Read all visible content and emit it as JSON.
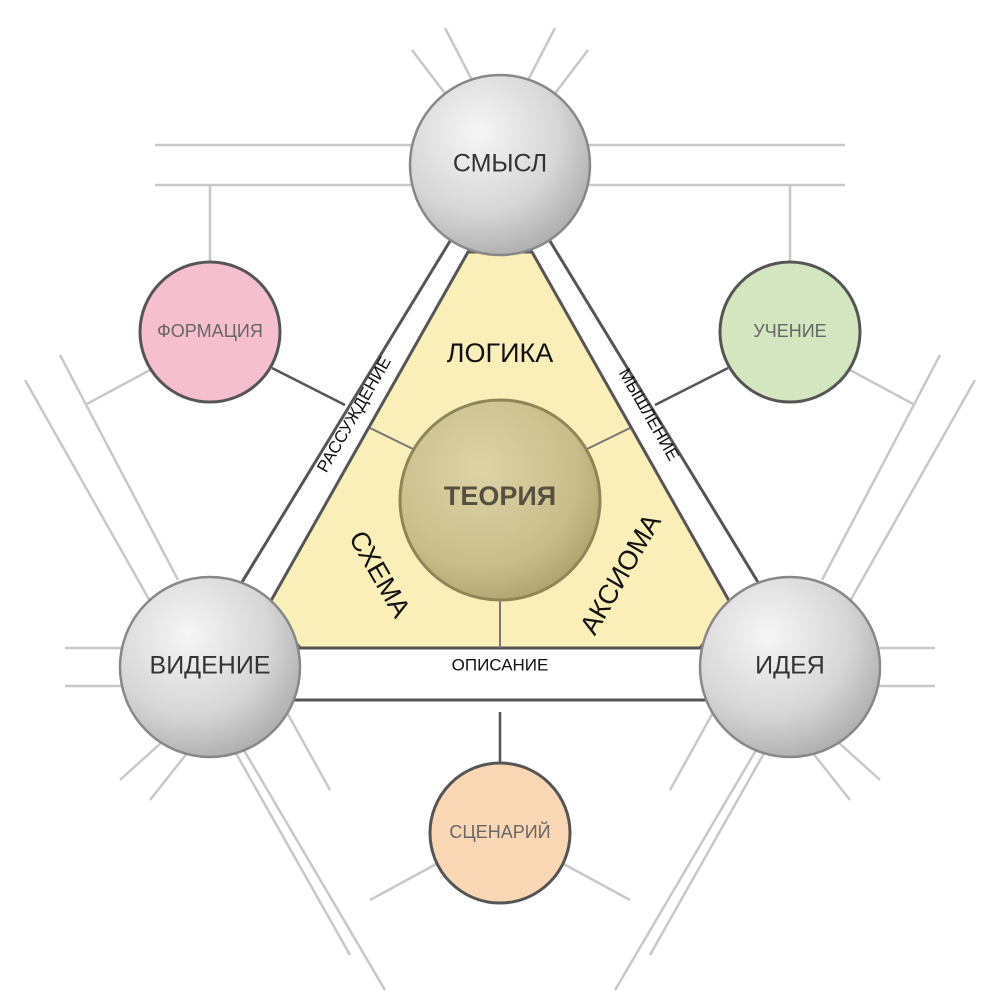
{
  "nodes": {
    "top": "СМЫСЛ",
    "left": "ВИДЕНИЕ",
    "right": "ИДЕЯ",
    "center": "ТЕОРИЯ",
    "formation": "ФОРМАЦИЯ",
    "teaching": "УЧЕНИЕ",
    "scenario": "СЦЕНАРИЙ"
  },
  "edges": {
    "left": "РАССУЖДЕНИЕ",
    "right": "МЫШЛЕНИЕ",
    "bottom": "ОПИСАНИЕ"
  },
  "inner": {
    "top": "ЛОГИКА",
    "left": "СХЕМА",
    "right": "АКСИОМА"
  },
  "colors": {
    "triangle_fill": "#faefb9",
    "center_fill": "#ccc18f",
    "formation_fill": "#f6bfcd",
    "teaching_fill": "#d3e6bf",
    "scenario_fill": "#fad7b4",
    "node_gray": "#d8d8d8",
    "outline": "#555555",
    "lines": "#c8c8c8"
  }
}
